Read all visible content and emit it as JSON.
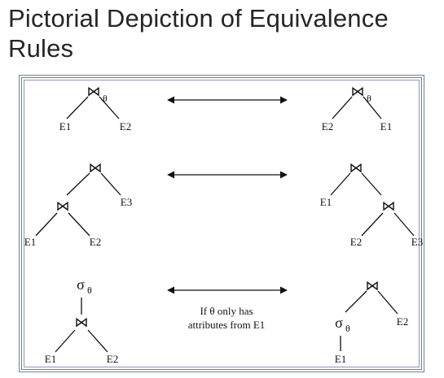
{
  "title": "Pictorial Depiction of Equivalence Rules",
  "symbols": {
    "join": "⋈",
    "theta": "θ",
    "sigma": "σ"
  },
  "rule1": {
    "left": {
      "join_sub": "θ",
      "left_leaf": "E1",
      "right_leaf": "E2"
    },
    "right": {
      "join_sub": "θ",
      "left_leaf": "E2",
      "right_leaf": "E1"
    }
  },
  "rule2": {
    "left": {
      "outer_right_leaf": "E3",
      "inner_left_leaf": "E1",
      "inner_right_leaf": "E2"
    },
    "right": {
      "outer_left_leaf": "E1",
      "inner_left_leaf": "E2",
      "inner_right_leaf": "E3"
    }
  },
  "rule3": {
    "left": {
      "select_sub": "θ",
      "left_leaf": "E1",
      "right_leaf": "E2"
    },
    "right": {
      "select_sub": "θ",
      "right_leaf": "E2",
      "bottom_leaf": "E1"
    },
    "condition_line1": "If θ only has",
    "condition_line2": "attributes from E1"
  },
  "colors": {
    "frame": "#6b7fa3",
    "ink": "#111111",
    "title": "#262626"
  }
}
